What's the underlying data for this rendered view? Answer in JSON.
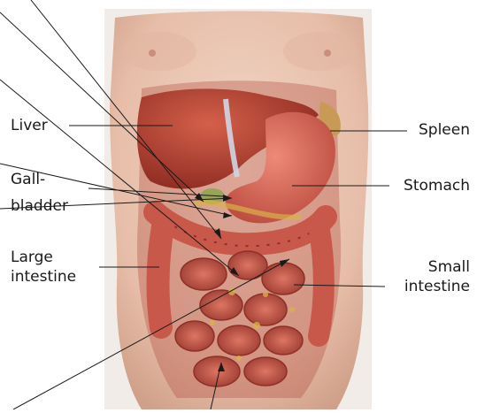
{
  "labels": {
    "liver": "Liver",
    "gallbladder_line1": "Gall-",
    "gallbladder_line2": "bladder",
    "large_intestine_line1": "Large",
    "large_intestine_line2": "intestine",
    "spleen": "Spleen",
    "stomach": "Stomach",
    "small_intestine_line1": "Small",
    "small_intestine_line2": "intestine"
  },
  "colors": {
    "skin": "#e9c6b3",
    "skin_shadow": "#d4a68f",
    "liver": "#b8412f",
    "stomach": "#d9695a",
    "intestine": "#c8584a",
    "intestine_dark": "#8f2f28",
    "fat": "#d9b04a",
    "leader_line": "#1a1a1a"
  }
}
